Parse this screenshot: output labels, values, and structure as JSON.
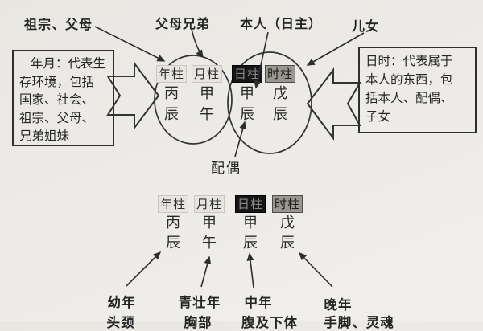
{
  "colors": {
    "background": "#edebe7",
    "ink": "#2b2b2b",
    "pillar_light_bg": "#e7e5df",
    "pillar_dark_bg": "#161616",
    "pillar_dark_text": "#8a8a8a",
    "pillar_gray_bg": "#98968f"
  },
  "top_labels": {
    "ancestors_parents": "祖宗、父母",
    "parents_siblings": "父母兄弟",
    "self_day_master": "本人（日主）",
    "children": "儿女"
  },
  "left_box": {
    "lines": [
      "年月：代表生",
      "存环境，包括",
      "国家、社会、",
      "祖宗、父母、",
      "兄弟姐妹"
    ]
  },
  "right_box": {
    "lines": [
      "日时：代表属于",
      "本人的东西，包",
      "括本人、配偶、",
      "子女"
    ]
  },
  "pillars": {
    "upper": {
      "columns": [
        {
          "label": "年柱",
          "stem": "丙",
          "branch": "辰",
          "style": "light"
        },
        {
          "label": "月柱",
          "stem": "甲",
          "branch": "午",
          "style": "light"
        },
        {
          "label": "日柱",
          "stem": "甲",
          "branch": "辰",
          "style": "dark"
        },
        {
          "label": "时柱",
          "stem": "戊",
          "branch": "辰",
          "style": "gray"
        }
      ]
    },
    "lower": {
      "columns": [
        {
          "label": "年柱",
          "stem": "丙",
          "branch": "辰",
          "style": "light"
        },
        {
          "label": "月柱",
          "stem": "甲",
          "branch": "午",
          "style": "light"
        },
        {
          "label": "日柱",
          "stem": "甲",
          "branch": "辰",
          "style": "dark"
        },
        {
          "label": "时柱",
          "stem": "戊",
          "branch": "辰",
          "style": "gray"
        }
      ]
    }
  },
  "spouse_label": "配偶",
  "life_stages": [
    {
      "stage": "幼年",
      "body": "头颈"
    },
    {
      "stage": "青壮年",
      "body": "胸部"
    },
    {
      "stage": "中年",
      "body": "腹及下体"
    },
    {
      "stage": "晚年",
      "body": "手脚、灵魂"
    }
  ]
}
